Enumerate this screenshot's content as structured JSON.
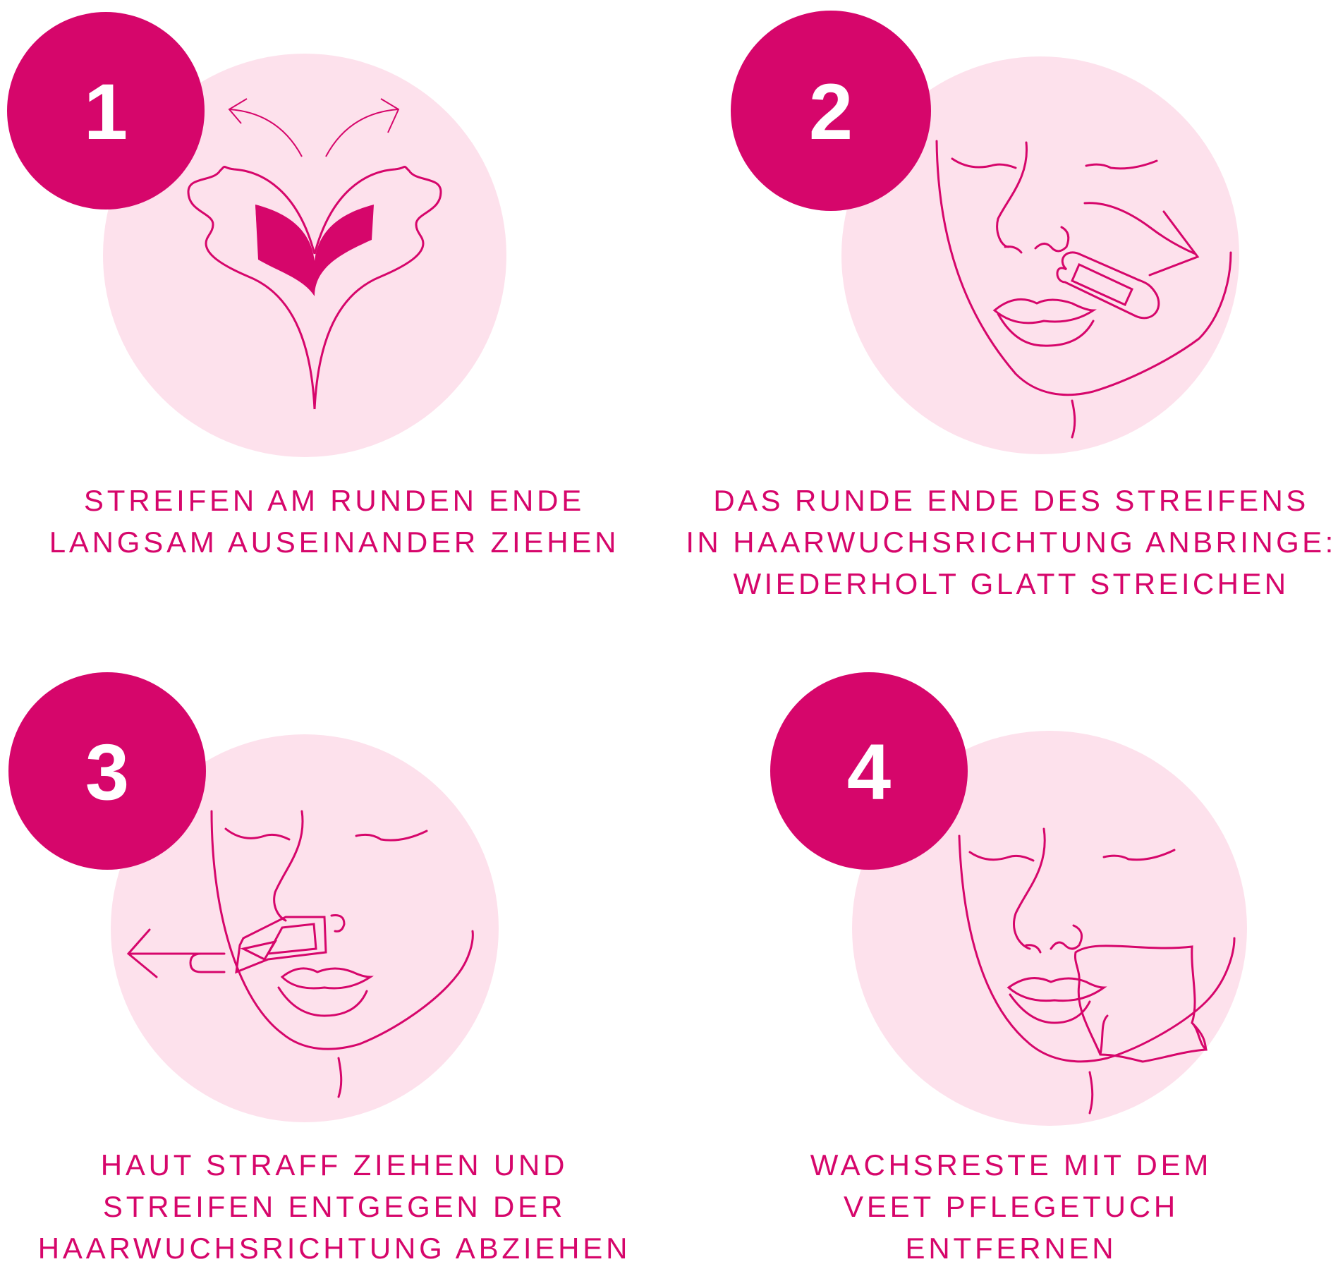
{
  "colors": {
    "accent": "#d6066b",
    "circle_bg": "#fde1ec",
    "number_text": "#ffffff",
    "background": "#ffffff"
  },
  "steps": [
    {
      "number": "1",
      "illustration": "strip-pull-apart",
      "caption": [
        "STREIFEN AM RUNDEN ENDE",
        "LANGSAM AUSEINANDER ZIEHEN"
      ]
    },
    {
      "number": "2",
      "illustration": "face-apply-strip",
      "caption": [
        "DAS RUNDE ENDE DES STREIFENS",
        "IN HAARWUCHSRICHTUNG ANBRINGE:",
        "WIEDERHOLT GLATT STREICHEN"
      ]
    },
    {
      "number": "3",
      "illustration": "face-pull-strip",
      "caption": [
        "HAUT STRAFF ZIEHEN UND",
        "STREIFEN ENTGEGEN DER",
        "HAARWUCHSRICHTUNG ABZIEHEN"
      ]
    },
    {
      "number": "4",
      "illustration": "face-wipe-cloth",
      "caption": [
        "WACHSRESTE MIT DEM",
        "VEET PFLEGETUCH",
        "ENTFERNEN"
      ]
    }
  ]
}
